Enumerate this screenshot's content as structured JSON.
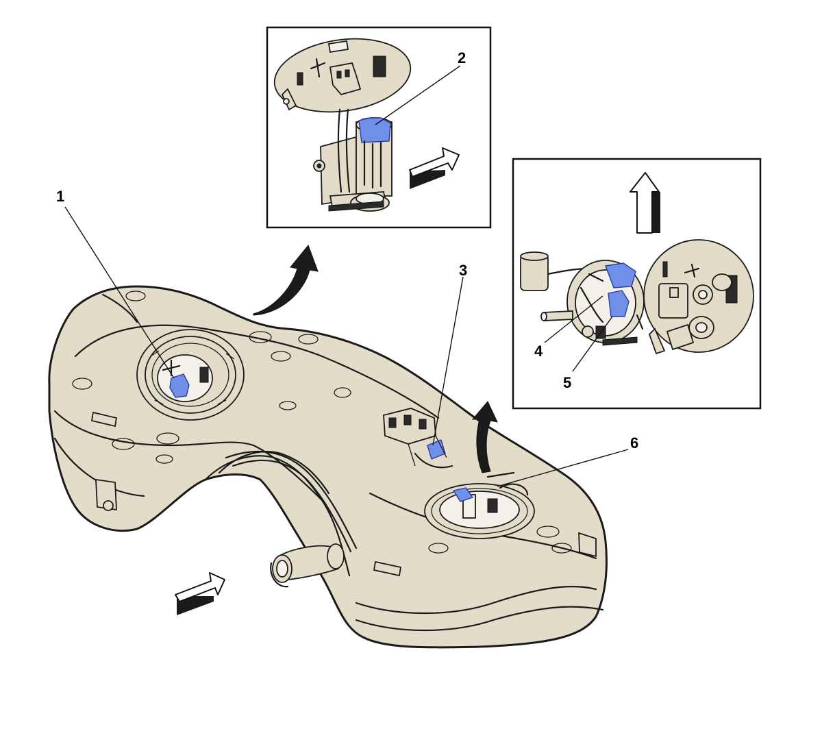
{
  "callouts": {
    "c1": "1",
    "c2": "2",
    "c3": "3",
    "c4": "4",
    "c5": "5",
    "c6": "6"
  },
  "colors": {
    "tank_fill": "#e3dcc9",
    "highlight_blue": "#6f8fe8",
    "outline": "#1a1a1a"
  },
  "icons": {
    "view_arrow": "direction-arrow-icon",
    "detail_arrow": "curved-arrow-icon"
  }
}
